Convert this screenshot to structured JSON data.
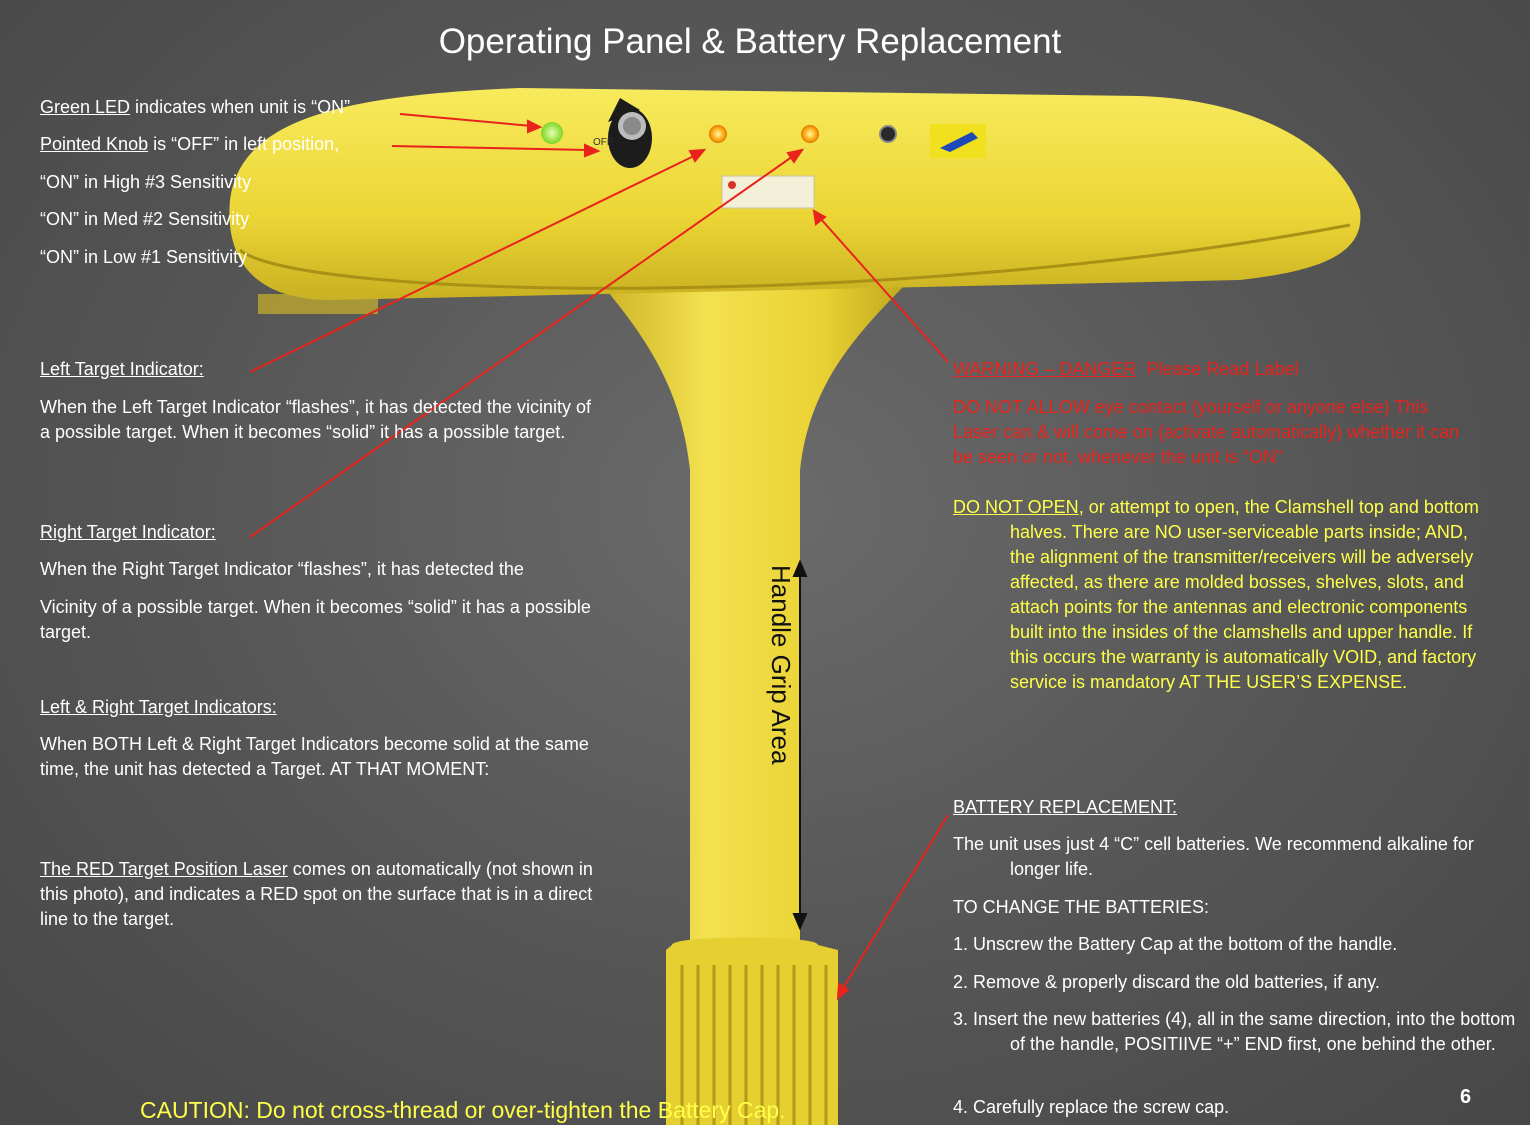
{
  "title": "Operating Panel & Battery Replacement",
  "left_panel": {
    "led_label": "Green LED",
    "led_text": " indicates when unit is “ON”",
    "knob_label": "Pointed Knob",
    "knob_text": " is “OFF” in left position,",
    "sensitivity_high": "“ON” in High #3 Sensitivity",
    "sensitivity_med": "“ON” in Med #2 Sensitivity",
    "sensitivity_low": "“ON” in Low #1 Sensitivity",
    "left_indicator_heading": "Left Target Indicator:",
    "left_indicator_text": "When the Left Target Indicator “flashes”, it has detected the vicinity of a possible target.  When it becomes “solid” it has a possible target.",
    "right_indicator_heading": "Right Target Indicator:",
    "right_indicator_text_1": "When the Right Target Indicator “flashes”, it has detected the",
    "right_indicator_text_2": "Vicinity of a possible target.  When it becomes “solid” it has a possible target.",
    "both_indicators_heading": "Left & Right Target Indicators:",
    "both_indicators_text": "When BOTH Left & Right Target Indicators become solid at the same time, the unit has detected a Target.  AT  THAT MOMENT:",
    "laser_label": "The RED Target Position Laser",
    "laser_text": " comes on automatically (not shown in this photo), and indicates a RED spot on the surface that is in a direct line to the target."
  },
  "handle_label": "Handle Grip Area",
  "device_labels": {
    "off": "OFF"
  },
  "right_panel": {
    "warning_heading": "WARNING – DANGER",
    "warning_subheading": "  Please Read Label",
    "warning_text": "DO NOT ALLOW eye contact (yourself or anyone else) This Laser can & will come on (activate automatically) whether it can be seen or not, whenever the unit is “ON”",
    "do_not_open_label": "DO  NOT  OPEN",
    "do_not_open_text": ", or attempt to open, the Clamshell top and bottom halves.  There are NO user-serviceable parts inside; AND, the alignment of the transmitter/receivers will be adversely affected, as there are molded bosses, shelves, slots, and attach points for the antennas and electronic components built into the insides of the clamshells and upper handle.  If this occurs the warranty is automatically VOID, and factory service is mandatory AT  THE USER’S  EXPENSE.",
    "battery_heading": "BATTERY  REPLACEMENT:",
    "battery_text": "The unit uses just 4 “C” cell batteries.  We recommend alkaline for longer life.",
    "change_heading": "TO  CHANGE  THE BATTERIES:",
    "steps": [
      "1. Unscrew the Battery Cap at the bottom of the handle.",
      "2. Remove & properly discard the old batteries, if any.",
      "3. Insert the new batteries (4), all in the same direction, into the bottom of the handle, POSITIIVE “+” END first, one behind the other.",
      "4. Carefully replace the screw cap."
    ]
  },
  "caution": "CAUTION:  Do not cross-thread or over-tighten the Battery Cap.",
  "page_number": "6",
  "colors": {
    "device_yellow": "#f2df3a",
    "arrow_red": "#e8231c",
    "warning_red": "#e8231c",
    "caution_yellow": "#ffff4a",
    "led_green": "#9bf23a",
    "indicator_orange": "#ffb21a"
  }
}
